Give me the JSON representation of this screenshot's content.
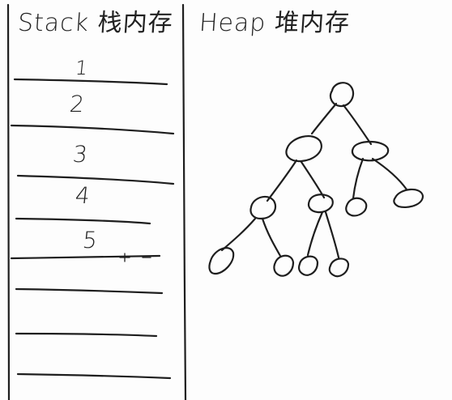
{
  "diagram": {
    "stack_title": "Stack 栈内存",
    "heap_title": "Heap 堆内存",
    "stack_slots": [
      "1",
      "2",
      "3",
      "4",
      "5"
    ]
  },
  "colors": {
    "ink": "#1e1e1e",
    "paper": "#fdfdfd"
  }
}
